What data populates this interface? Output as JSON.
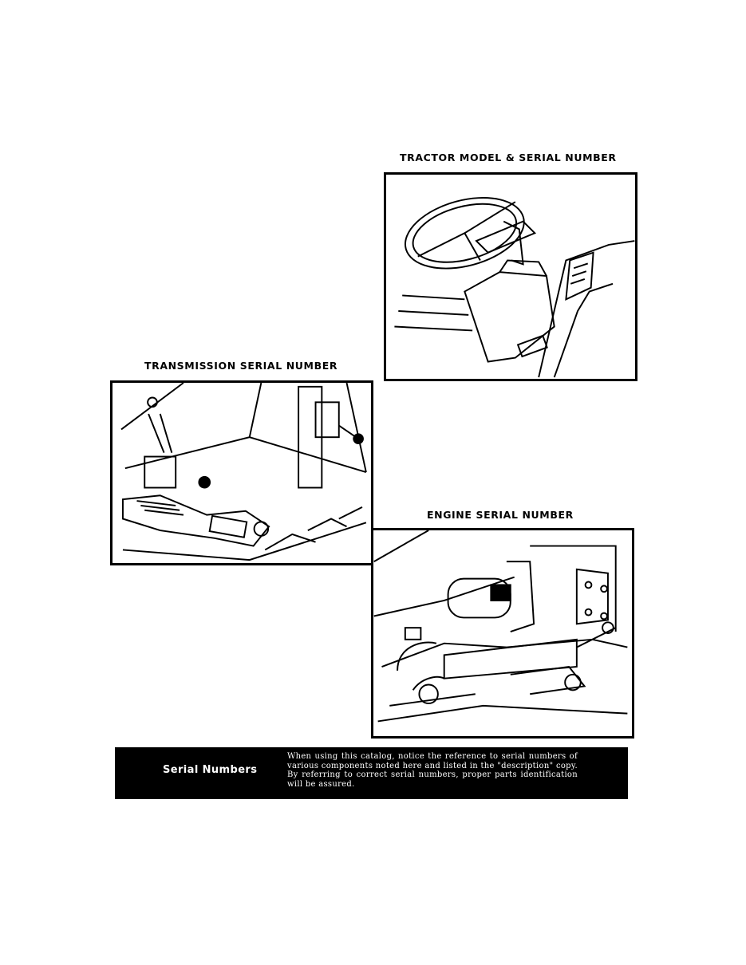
{
  "figures": {
    "tractor": {
      "caption": "TRACTOR MODEL & SERIAL NUMBER"
    },
    "transmission": {
      "caption": "TRANSMISSION SERIAL NUMBER"
    },
    "engine": {
      "caption": "ENGINE SERIAL NUMBER"
    }
  },
  "banner": {
    "title": "Serial Numbers",
    "text": "When using this catalog, notice the reference to serial numbers of various components noted here and listed in the \"description\" copy. By referring to correct serial numbers, proper parts identification will be assured."
  }
}
